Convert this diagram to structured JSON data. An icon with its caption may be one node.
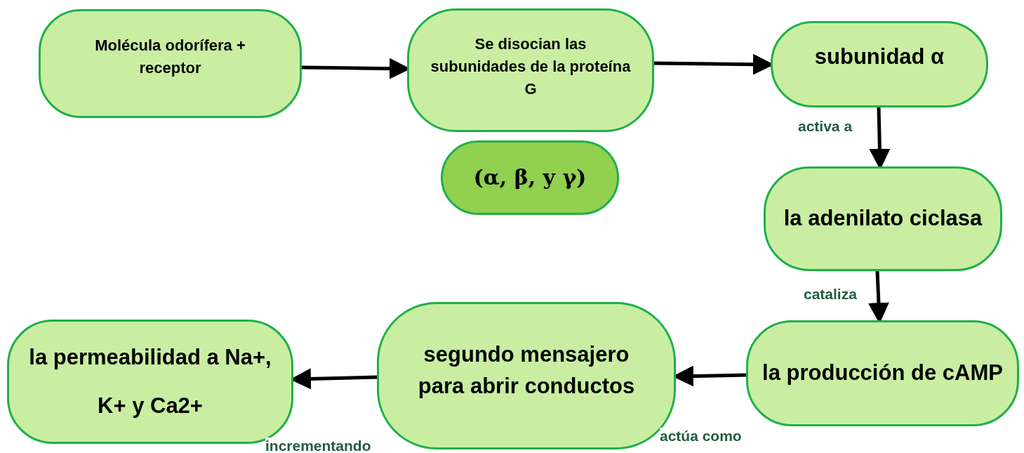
{
  "diagram": {
    "nodes": [
      {
        "text": [
          "Molécula odorífera + receptor"
        ]
      },
      {
        "text": [
          "Se disocian las subunidades de la proteína G"
        ]
      },
      {
        "text": [
          "(α, β, y γ)"
        ]
      },
      {
        "text": [
          "subunidad α"
        ]
      },
      {
        "text": [
          "la adenilato ciclasa"
        ]
      },
      {
        "text": [
          "la producción de cAMP"
        ]
      },
      {
        "text": [
          "segundo mensajero para abrir conductos"
        ]
      },
      {
        "text": [
          "la permeabilidad a Na+, K+ y Ca2+"
        ]
      }
    ],
    "edges": [
      {
        "from": 0,
        "to": 1,
        "arrow": "to"
      },
      {
        "from": 1,
        "to": 3,
        "arrow": "to"
      },
      {
        "from": 3,
        "to": 4,
        "arrow": "to",
        "label": "activa a"
      },
      {
        "from": 4,
        "to": 5,
        "arrow": "to",
        "label": "cataliza"
      },
      {
        "from": 5,
        "to": 6,
        "arrow": "to",
        "label": "actúa como"
      },
      {
        "from": 6,
        "to": 7,
        "arrow": "to",
        "label": "incrementando"
      }
    ]
  }
}
